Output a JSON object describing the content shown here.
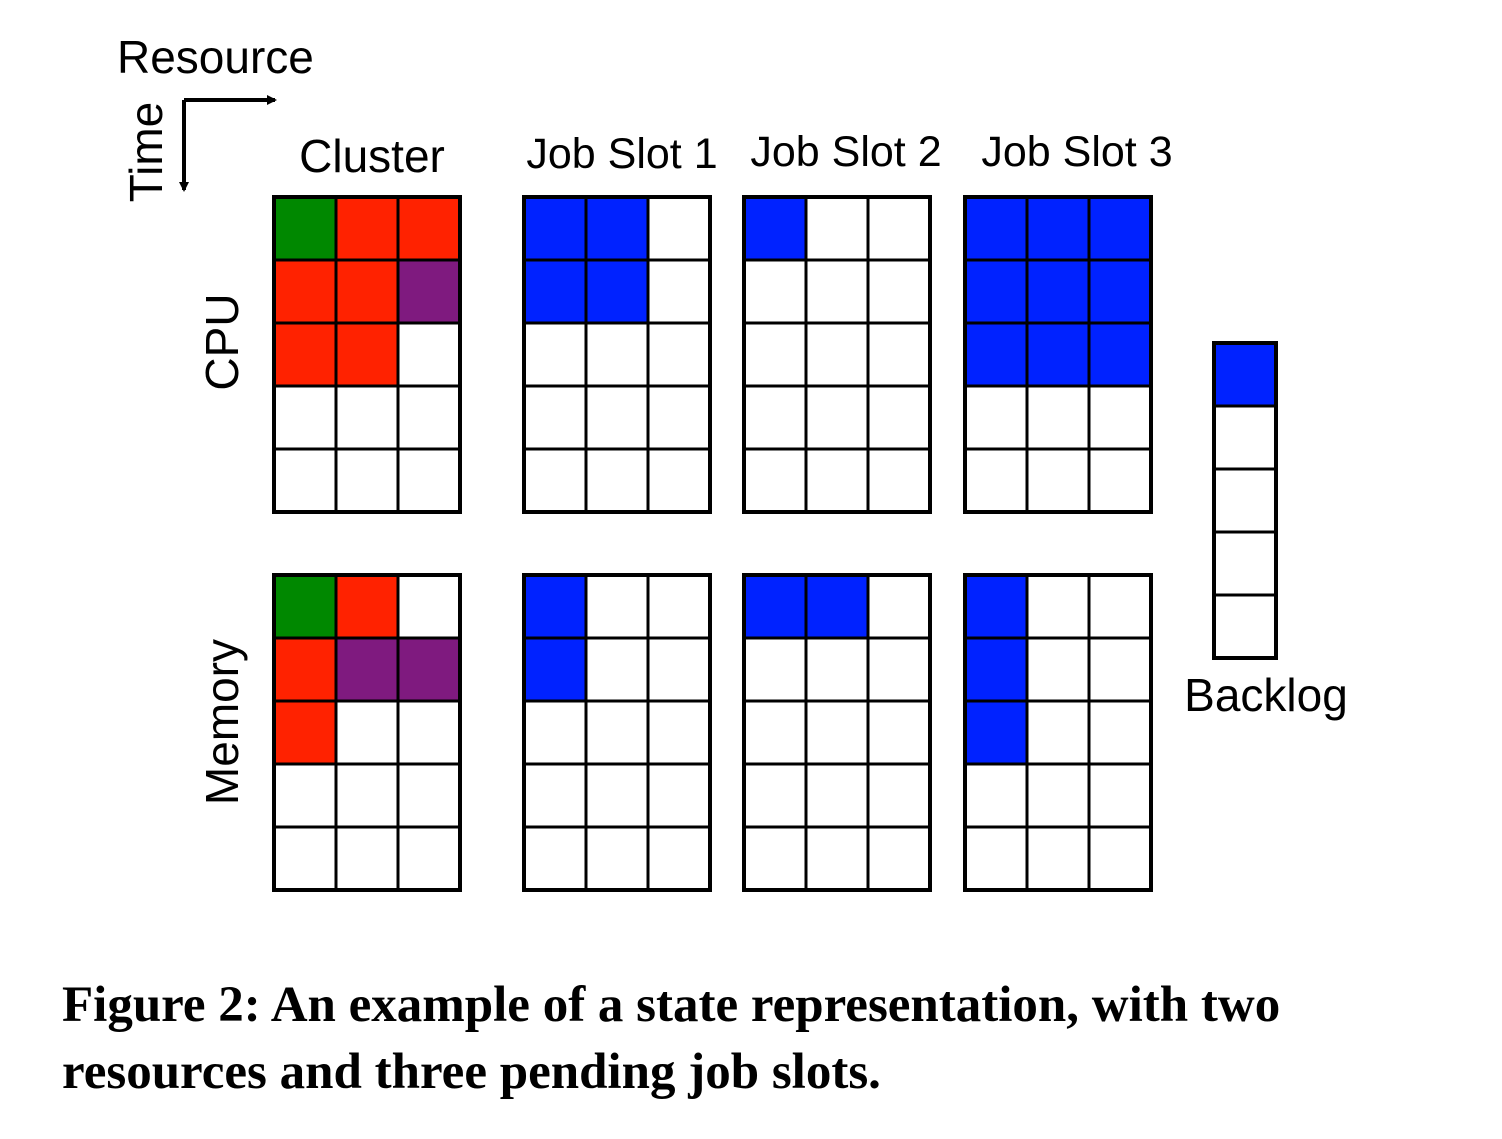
{
  "axes": {
    "horizontal_label": "Resource",
    "vertical_label": "Time"
  },
  "column_labels": [
    "Cluster",
    "Job Slot 1",
    "Job Slot 2",
    "Job Slot 3"
  ],
  "row_labels": [
    "CPU",
    "Memory"
  ],
  "backlog_label": "Backlog",
  "colors": {
    "green": "#008800",
    "red": "#ff2200",
    "purple": "#7f1a7f",
    "blue": "#0022ff",
    "empty": "#ffffff",
    "grid": "#000000"
  },
  "grids": {
    "cpu": [
      [
        [
          "G",
          "R",
          "R"
        ],
        [
          "R",
          "R",
          "P"
        ],
        [
          "R",
          "R",
          "W"
        ],
        [
          "W",
          "W",
          "W"
        ],
        [
          "W",
          "W",
          "W"
        ]
      ],
      [
        [
          "B",
          "B",
          "W"
        ],
        [
          "B",
          "B",
          "W"
        ],
        [
          "W",
          "W",
          "W"
        ],
        [
          "W",
          "W",
          "W"
        ],
        [
          "W",
          "W",
          "W"
        ]
      ],
      [
        [
          "B",
          "W",
          "W"
        ],
        [
          "W",
          "W",
          "W"
        ],
        [
          "W",
          "W",
          "W"
        ],
        [
          "W",
          "W",
          "W"
        ],
        [
          "W",
          "W",
          "W"
        ]
      ],
      [
        [
          "B",
          "B",
          "B"
        ],
        [
          "B",
          "B",
          "B"
        ],
        [
          "B",
          "B",
          "B"
        ],
        [
          "W",
          "W",
          "W"
        ],
        [
          "W",
          "W",
          "W"
        ]
      ]
    ],
    "memory": [
      [
        [
          "G",
          "R",
          "W"
        ],
        [
          "R",
          "P",
          "P"
        ],
        [
          "R",
          "W",
          "W"
        ],
        [
          "W",
          "W",
          "W"
        ],
        [
          "W",
          "W",
          "W"
        ]
      ],
      [
        [
          "B",
          "W",
          "W"
        ],
        [
          "B",
          "W",
          "W"
        ],
        [
          "W",
          "W",
          "W"
        ],
        [
          "W",
          "W",
          "W"
        ],
        [
          "W",
          "W",
          "W"
        ]
      ],
      [
        [
          "B",
          "B",
          "W"
        ],
        [
          "W",
          "W",
          "W"
        ],
        [
          "W",
          "W",
          "W"
        ],
        [
          "W",
          "W",
          "W"
        ],
        [
          "W",
          "W",
          "W"
        ]
      ],
      [
        [
          "B",
          "W",
          "W"
        ],
        [
          "B",
          "W",
          "W"
        ],
        [
          "B",
          "W",
          "W"
        ],
        [
          "W",
          "W",
          "W"
        ],
        [
          "W",
          "W",
          "W"
        ]
      ]
    ]
  },
  "backlog": [
    "B",
    "W",
    "W",
    "W",
    "W"
  ],
  "caption": "Figure 2: An example of a state representation, with two resources and three pending job slots."
}
